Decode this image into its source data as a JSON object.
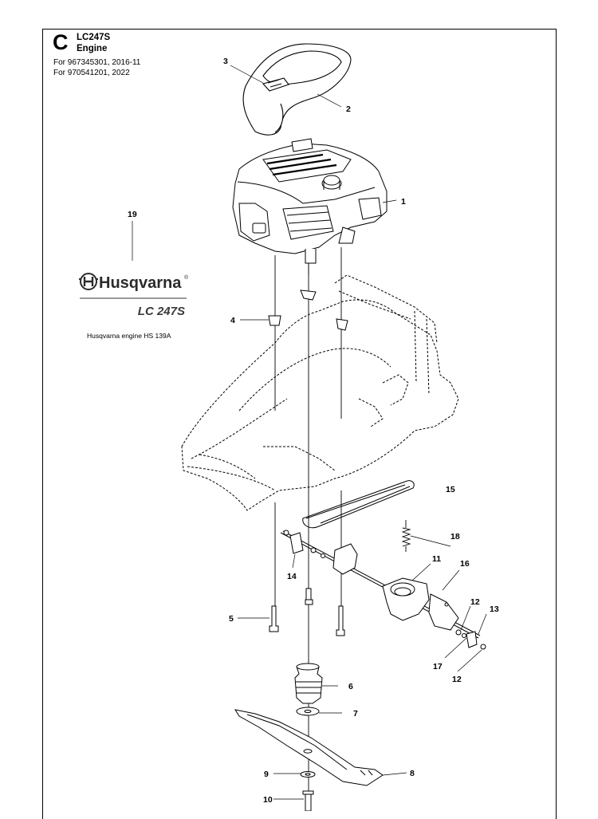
{
  "header": {
    "section_letter": "C",
    "model": "LC247S",
    "title": "Engine",
    "for_lines": [
      "For 967345301, 2016-11",
      "For 970541201, 2022"
    ]
  },
  "brand": {
    "logo_text": "Husqvarna",
    "registered": "®",
    "model_badge": "LC 247S",
    "engine_note": "Husqvarna engine HS 139A"
  },
  "callouts": [
    {
      "number": "1",
      "part": "engine"
    },
    {
      "number": "2",
      "part": "engine-cover"
    },
    {
      "number": "3",
      "part": "cover-badge"
    },
    {
      "number": "4",
      "part": "engine-mount-spacer"
    },
    {
      "number": "5",
      "part": "engine-bolt"
    },
    {
      "number": "6",
      "part": "blade-adapter"
    },
    {
      "number": "7",
      "part": "washer"
    },
    {
      "number": "8",
      "part": "blade"
    },
    {
      "number": "9",
      "part": "blade-washer"
    },
    {
      "number": "10",
      "part": "blade-bolt"
    },
    {
      "number": "11",
      "part": "gearbox"
    },
    {
      "number": "12",
      "part": "washer"
    },
    {
      "number": "12",
      "part": "washer"
    },
    {
      "number": "13",
      "part": "pinion"
    },
    {
      "number": "14",
      "part": "pinion"
    },
    {
      "number": "15",
      "part": "drive-belt"
    },
    {
      "number": "16",
      "part": "pin"
    },
    {
      "number": "17",
      "part": "washer"
    },
    {
      "number": "18",
      "part": "spring"
    },
    {
      "number": "19",
      "part": "decal"
    }
  ],
  "colors": {
    "line": "#000000",
    "logo": "#2b2b2b",
    "badge_rule": "#9a9a9a"
  }
}
